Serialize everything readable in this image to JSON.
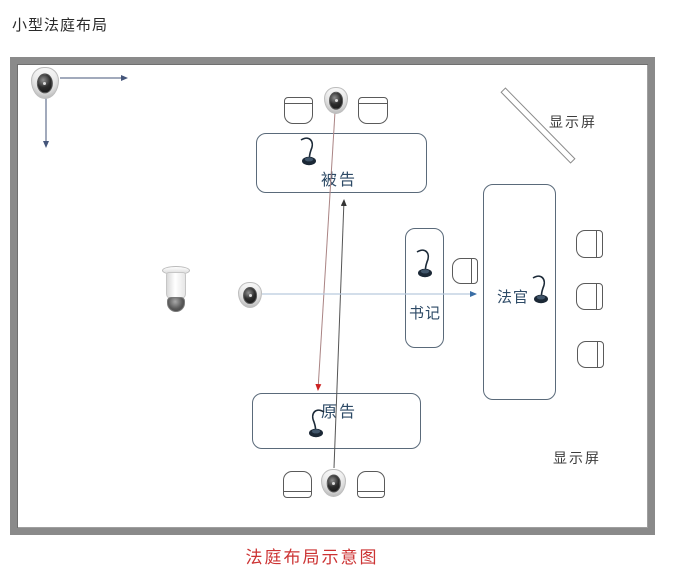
{
  "page": {
    "title": "小型法庭布局",
    "caption": "法庭布局示意图"
  },
  "colors": {
    "frame_border": "#8a8a8a",
    "table_label_navy": "#2d4a66",
    "caption_red": "#cc3333",
    "sightline_red_arrow": "#cc2222",
    "sightline_black_arrow": "#333333",
    "sightline_blue_arrow": "#3a6ea5",
    "corner_arrow_navy": "#44557a"
  },
  "diagram": {
    "tables": [
      {
        "id": "defendant",
        "label": "被告"
      },
      {
        "id": "plaintiff",
        "label": "原告"
      },
      {
        "id": "clerk",
        "label": "书记"
      },
      {
        "id": "judge",
        "label": "法官"
      }
    ],
    "screens": [
      {
        "id": "screen-top-right",
        "label": "显示屏"
      },
      {
        "id": "screen-bottom-right",
        "label": "显示屏"
      }
    ],
    "icons": [
      "dome-camera-icon",
      "ptz-camera-icon",
      "microphone-icon",
      "chair-icon",
      "display-screen-bar"
    ]
  }
}
